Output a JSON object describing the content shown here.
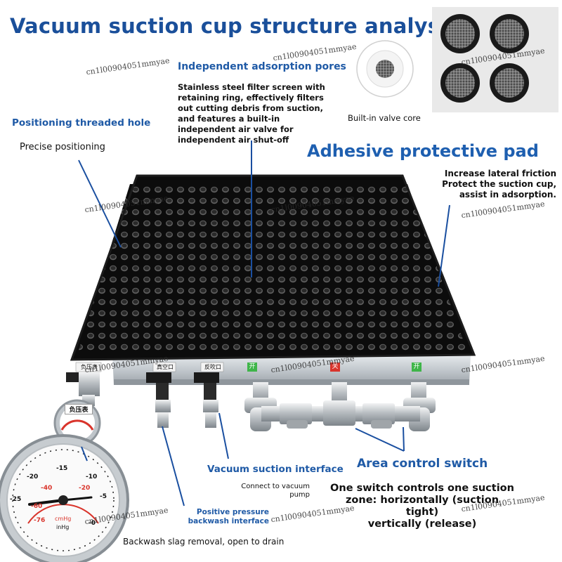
{
  "title": "Vacuum suction cup structure analysis",
  "pores": {
    "heading": "Independent adsorption pores",
    "description": "Stainless steel filter screen with retaining ring, effectively filters out cutting debris from suction, and features a built-in independent air valve for independent air shut-off"
  },
  "valve_core": {
    "label": "Built-in valve core"
  },
  "threaded_hole": {
    "heading": "Positioning threaded hole",
    "description": "Precise positioning"
  },
  "pad": {
    "heading": "Adhesive protective pad",
    "line1": "Increase lateral friction",
    "line2": "Protect the suction cup,",
    "line3": "assist in adsorption."
  },
  "ports": {
    "port1": "负压表",
    "port2": "真空口",
    "port3": "反吹口",
    "switch1": "开",
    "switch2": "关",
    "switch3": "开"
  },
  "gauge": {
    "badge": "负压表",
    "ticks": [
      "-15",
      "-10",
      "-5",
      "-20",
      "-25",
      "-40",
      "-60",
      "-76",
      "-20",
      "-0"
    ],
    "unit1": "cmHg",
    "unit2": "inHg"
  },
  "vacuum_interface": {
    "heading": "Vacuum suction interface",
    "description": "Connect to vacuum pump"
  },
  "area_switch": {
    "heading": "Area control switch",
    "line1": "One switch controls one suction",
    "line2": "zone: horizontally (suction tight)",
    "line3": "vertically (release)"
  },
  "backwash": {
    "heading": "Positive pressure backwash interface",
    "description": "Backwash slag removal, open to drain"
  },
  "watermark": "cn1l00904051mmyae",
  "colors": {
    "title_blue": "#1a4f9a",
    "label_blue": "#1f5aa6",
    "plate_black": "#0c0c0c",
    "aluminum": "#c9cfd4",
    "brass_nickel": "#b7bcc0",
    "switch_green": "#3fb549",
    "switch_red": "#d9342b"
  }
}
